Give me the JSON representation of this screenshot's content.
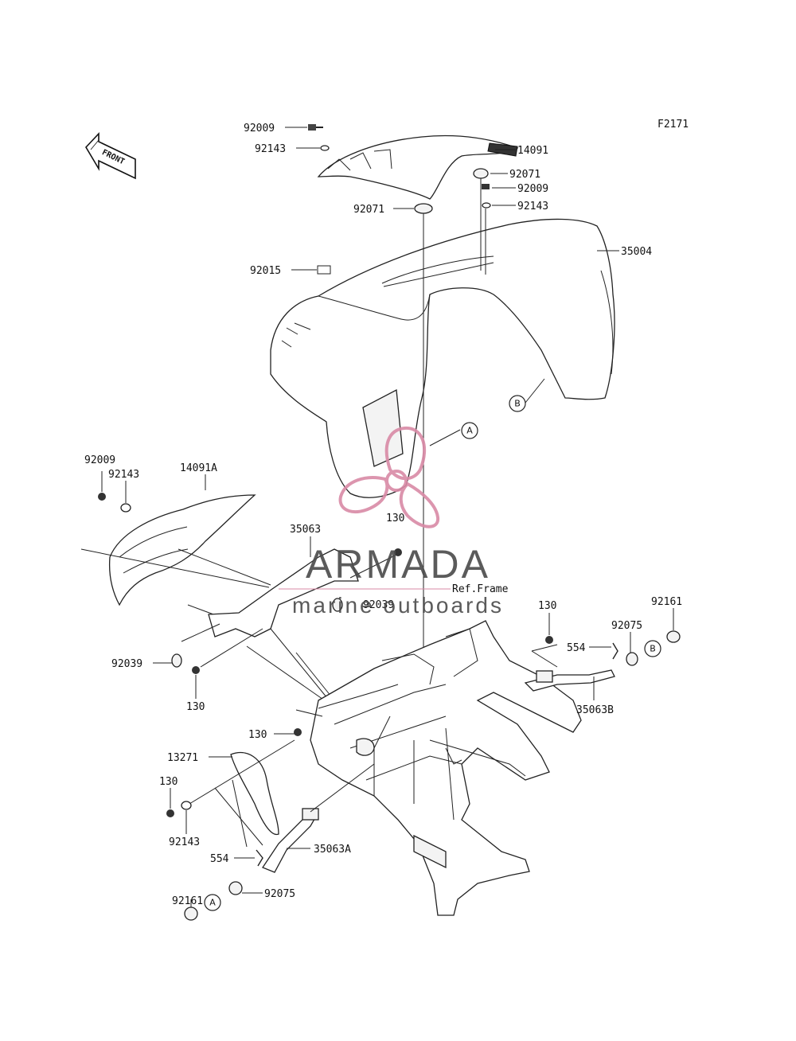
{
  "figure_code": "F2171",
  "front_badge": "FRONT",
  "ref_frame": "Ref.Frame",
  "watermark": {
    "brand": "ARMADA",
    "tagline": "marine outboards",
    "logo_color": "#d98aa6"
  },
  "labels": {
    "l_92009_top": "92009",
    "l_92143_top": "92143",
    "l_14091": "14091",
    "l_92071_r": "92071",
    "l_92009_r": "92009",
    "l_92143_r": "92143",
    "l_92071_l": "92071",
    "l_35004": "35004",
    "l_92015": "92015",
    "l_92009_left": "92009",
    "l_92143_left": "92143",
    "l_14091A": "14091A",
    "l_130_mid": "130",
    "l_35063": "35063",
    "l_92039_mid": "92039",
    "l_130_right": "130",
    "l_92161_right": "92161",
    "l_92075_right": "92075",
    "l_554_right": "554",
    "l_35063B": "35063B",
    "l_92039_left": "92039",
    "l_130_left": "130",
    "l_130_frame": "130",
    "l_13271": "13271",
    "l_130_low": "130",
    "l_92143_low": "92143",
    "l_554_low": "554",
    "l_35063A": "35063A",
    "l_92161_low": "92161",
    "l_92075_low": "92075"
  },
  "callouts": {
    "a_upper": "A",
    "b_upper": "B",
    "b_right": "B",
    "a_lower": "A"
  }
}
